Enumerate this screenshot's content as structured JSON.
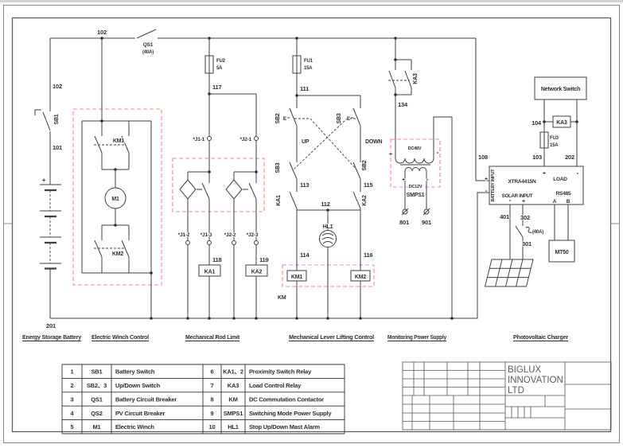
{
  "page": {
    "background": "#ffffff",
    "line_color": "#3f3f3f",
    "accent_dashed_box_color": "#f28b82",
    "top_strip_color": "#cfd4d9"
  },
  "labels": {
    "n102_top": "102",
    "n102_left": "102",
    "n101": "101",
    "n201": "201",
    "qs1": "QS1",
    "qs1_rating": "(40A)",
    "sb1": "SB1",
    "battery_plus": "+",
    "km1_contact": "KM1",
    "km2_contact": "KM2",
    "m1": "M1",
    "fu2": "FU2",
    "fu2_rating": "5A",
    "fu1": "FU1",
    "fu1_rating": "15A",
    "fu3": "FU3",
    "fu3_rating": "15A",
    "n117": "117",
    "n111": "111",
    "n134": "134",
    "n104": "104",
    "n103": "103",
    "n202": "202",
    "n108": "108",
    "j1_1": "*J1-1",
    "j2_1": "*J2-1",
    "j1_2": "*J1-2",
    "j1_3": "*J1-3",
    "j2_2": "*J2-2",
    "j2_3": "*J2-3",
    "n118": "118",
    "n119": "119",
    "ka1_coil": "KA1",
    "ka2_coil": "KA2",
    "sb2_upper": "SB2",
    "sb3_upper": "SB3",
    "sb3_lower": "SB3",
    "sb2_lower": "SB2",
    "e1": "E",
    "e2": "E",
    "up": "UP",
    "down": "DOWN",
    "n113": "113",
    "n115": "115",
    "n112": "112",
    "n114": "114",
    "n116": "116",
    "ka1_contact": "KA1",
    "ka2_contact": "KA2",
    "hl1": "HL1",
    "km1_coil": "KM1",
    "km2_coil": "KM2",
    "km_group": "KM",
    "ka3_contact": "KA3",
    "ka3_coil": "KA3",
    "dc48v": "DC48V",
    "dc12v": "DC12V",
    "smps1": "SMPS1",
    "t1_plus": "+",
    "t1_minus": "-",
    "t2_plus": "+",
    "t2_minus": "-",
    "n801": "801",
    "n901": "901",
    "network_switch": "Network Switch",
    "controller_model": "XTRA4415N",
    "battery_input": "BATTERY INPUT",
    "solar_input": "SOLAR INPUT",
    "load": "LOAD",
    "rs485": "RS485",
    "rs485_a": "A",
    "rs485_b": "B",
    "bat_in_plus": "+",
    "bat_in_minus": "-",
    "solar_minus": "-",
    "solar_plus": "+",
    "load_plus": "+",
    "load_minus": "-",
    "mt50": "MT50",
    "qs2_rating": "(40A)",
    "n401": "401",
    "n302": "302",
    "n301": "301"
  },
  "sections": [
    {
      "label": "Energy Storage Battery"
    },
    {
      "label": "Electric Winch Control"
    },
    {
      "label": "Mechanical Rod Limit"
    },
    {
      "label": "Mechanical Lever Lifting Control"
    },
    {
      "label": "Monitoring Power Supply"
    },
    {
      "label": "Photovoltaic Charger"
    }
  ],
  "legend": {
    "rows": [
      {
        "num": "1",
        "code": "SB1",
        "desc": "Battery Switch"
      },
      {
        "num": "2",
        "code": "SB2、3",
        "desc": "Up/Down Switch"
      },
      {
        "num": "3",
        "code": "QS1",
        "desc": "Battery Circuit Breaker"
      },
      {
        "num": "4",
        "code": "QS2",
        "desc": "PV Circuit Breaker"
      },
      {
        "num": "5",
        "code": "M1",
        "desc": "Electric Winch"
      },
      {
        "num": "6",
        "code": "KA1、2",
        "desc": "Proximity Switch Relay"
      },
      {
        "num": "7",
        "code": "KA3",
        "desc": "Load Control Relay"
      },
      {
        "num": "8",
        "code": "KM",
        "desc": "DC Commutation Contactor"
      },
      {
        "num": "9",
        "code": "SMPS1",
        "desc": "Switching Mode Power Supply"
      },
      {
        "num": "10",
        "code": "HL1",
        "desc": "Stop Up/Down Mast Alarm"
      }
    ]
  },
  "title_block": {
    "company_lines": [
      "BIGLUX",
      "INNOVATION",
      "LTD"
    ]
  }
}
